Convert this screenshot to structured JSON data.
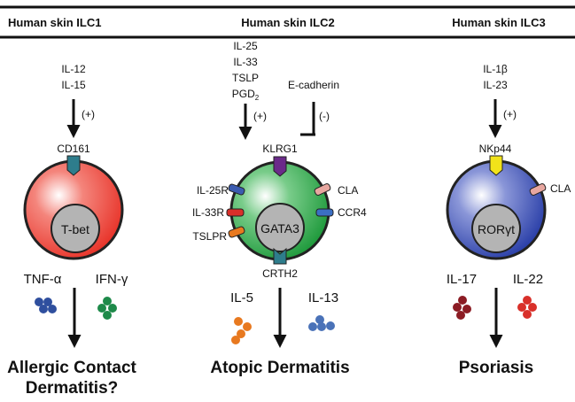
{
  "columns": [
    {
      "header": "Human skin  ILC1",
      "stimuli": [
        "IL-12",
        "IL-15"
      ],
      "stimulus_sign": "(+)",
      "receptor_top": "CD161",
      "nucleus": "T-bet",
      "cytokines": [
        "TNF-α",
        "IFN-γ"
      ],
      "outcome": [
        "Allergic  Contact",
        "Dermatitis?"
      ],
      "colors": {
        "cell": "#e8342a",
        "receptor_top": "#2e7d8c",
        "dots_left": "#2f4f9e",
        "dots_right": "#1e8a4a"
      }
    },
    {
      "header": "Human skin  ILC2",
      "stimuli": [
        "IL-25",
        "IL-33",
        "TSLP"
      ],
      "stimulus_pgd": "PGD",
      "stimulus_pgd_sub": "2",
      "stimulus_sign": "(+)",
      "inhibitor": "E-cadherin",
      "inhibitor_sign": "(-)",
      "receptor_top": "KLRG1",
      "receptors_left": [
        "IL-25R",
        "IL-33R",
        "TSLPR"
      ],
      "receptors_right": [
        "CLA",
        "CCR4"
      ],
      "receptor_bottom": "CRTH2",
      "nucleus": "GATA3",
      "cytokines": [
        "IL-5",
        "IL-13"
      ],
      "outcome": [
        "Atopic Dermatitis"
      ],
      "colors": {
        "cell": "#1f9a3c",
        "receptor_top": "#6b2a8a",
        "il25r": "#3b5bb0",
        "il33r": "#d9302a",
        "tslpr": "#e8791f",
        "cla": "#e8a7a0",
        "ccr4": "#3b6fc4",
        "crth2": "#2e7d8c",
        "dots_left": "#e8791f",
        "dots_right": "#4a72b8"
      }
    },
    {
      "header": "Human skin  ILC3",
      "stimuli": [
        "IL-1β",
        "IL-23"
      ],
      "stimulus_sign": "(+)",
      "receptor_top": "NKp44",
      "receptor_right": "CLA",
      "nucleus": "RORγt",
      "cytokines": [
        "IL-17",
        "IL-22"
      ],
      "outcome": [
        "Psoriasis"
      ],
      "colors": {
        "cell": "#2a3fa8",
        "receptor_top": "#f2e31a",
        "cla": "#e8a7a0",
        "dots_left": "#8c1c24",
        "dots_right": "#d9302a"
      }
    }
  ]
}
